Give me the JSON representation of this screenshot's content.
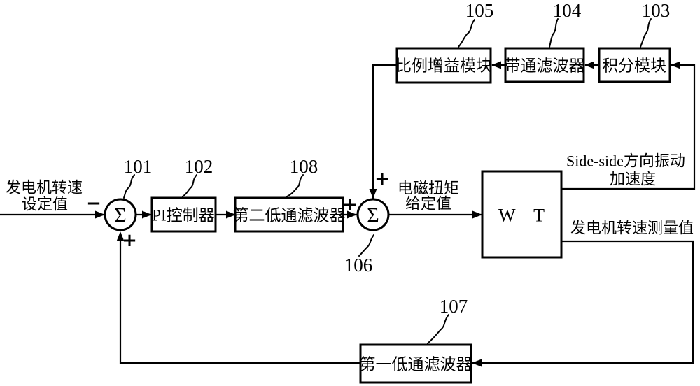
{
  "figure": {
    "bg_color": "#ffffff",
    "ink_color": "#000000"
  },
  "refs": {
    "n101": "101",
    "n102": "102",
    "n103": "103",
    "n104": "104",
    "n105": "105",
    "n106": "106",
    "n107": "107",
    "n108": "108"
  },
  "blocks": {
    "proportional_gain": "比例增益模块",
    "bandpass_filter": "带通滤波器",
    "integral_module": "积分模块",
    "pi_controller": "PI控制器",
    "second_lowpass_filter": "第二低通滤波器",
    "first_lowpass_filter": "第一低通滤波器",
    "wind_turbine": "W T"
  },
  "junctions": {
    "sigma": "Σ"
  },
  "signs": {
    "minus": "−",
    "plus": "+"
  },
  "labels": {
    "input_line1": "发电机转速",
    "input_line2": "设定值",
    "torque_line1": "电磁扭矩",
    "torque_line2": "给定值",
    "sideside_line1": "Side-side方向振动",
    "sideside_line2": "加速度",
    "speed_measured": "发电机转速测量值"
  }
}
